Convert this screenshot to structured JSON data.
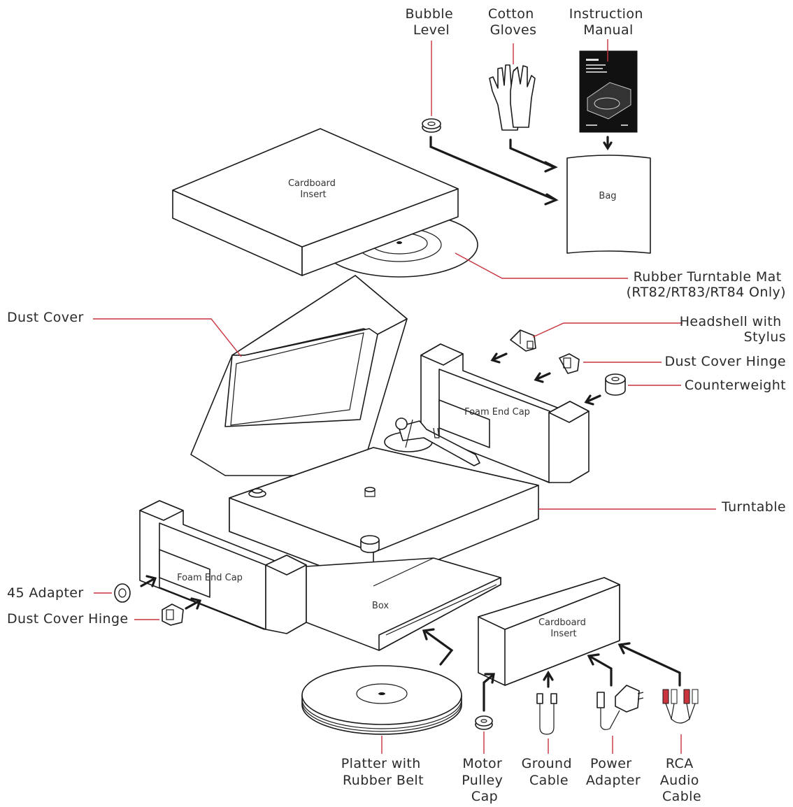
{
  "labels": {
    "bubble_level": [
      "Bubble",
      "Level"
    ],
    "cotton_gloves": [
      "Cotton",
      "Gloves"
    ],
    "instruction_manual": [
      "Instruction",
      "Manual"
    ],
    "bag": "Bag",
    "cardboard_insert_top": [
      "Cardboard",
      "Insert"
    ],
    "rubber_mat": [
      "Rubber Turntable Mat",
      "(RT82/RT83/RT84 Only)"
    ],
    "dust_cover": "Dust Cover",
    "headshell": [
      "Headshell with",
      "Stylus"
    ],
    "dust_cover_hinge_right": "Dust Cover Hinge",
    "counterweight": "Counterweight",
    "foam_end_cap_right": "Foam End Cap",
    "turntable": "Turntable",
    "adapter_45": "45 Adapter",
    "foam_end_cap_left": "Foam End Cap",
    "dust_cover_hinge_left": "Dust Cover Hinge",
    "box": "Box",
    "cardboard_insert_bottom": [
      "Cardboard",
      "Insert"
    ],
    "platter": [
      "Platter with",
      "Rubber Belt"
    ],
    "motor_pulley_cap": [
      "Motor",
      "Pulley",
      "Cap"
    ],
    "ground_cable": [
      "Ground",
      "Cable"
    ],
    "power_adapter": [
      "Power",
      "Adapter"
    ],
    "rca_audio_cable": [
      "RCA",
      "Audio",
      "Cable"
    ]
  },
  "colors": {
    "leader_line": "#c9343f",
    "line_art": "#1a1a1a",
    "text": "#2a2a2a"
  }
}
